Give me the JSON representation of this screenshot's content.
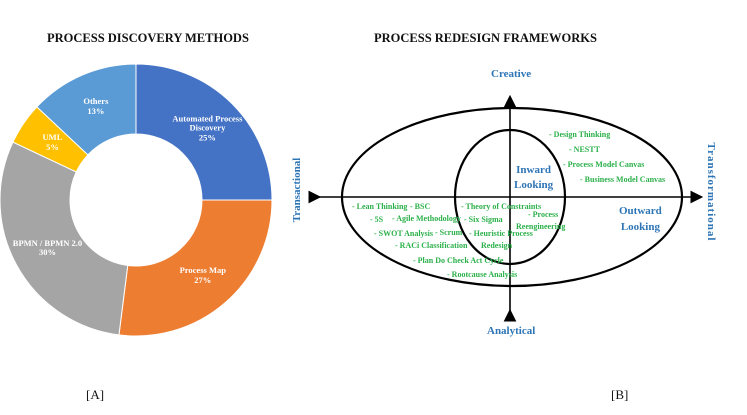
{
  "left": {
    "title": "PROCESS DISCOVERY METHODS",
    "caption": "[A]",
    "chart_data": {
      "type": "pie",
      "variant": "donut",
      "title": "PROCESS DISCOVERY METHODS",
      "slices": [
        {
          "label": "Automated Process Discovery",
          "value": 25,
          "text": "25%",
          "color": "#4472c4"
        },
        {
          "label": "Process Map",
          "value": 27,
          "text": "27%",
          "color": "#ed7d31"
        },
        {
          "label": "BPMN / BPMN 2.0",
          "value": 30,
          "text": "30%",
          "color": "#a5a5a5"
        },
        {
          "label": "UML",
          "value": 5,
          "text": "5%",
          "color": "#ffc000"
        },
        {
          "label": "Others",
          "value": 13,
          "text": "13%",
          "color": "#5b9bd5"
        }
      ]
    }
  },
  "right": {
    "title": "PROCESS REDESIGN FRAMEWORKS",
    "caption": "[B]",
    "axes": {
      "top": "Creative",
      "bottom": "Analytical",
      "left": "Transactional",
      "right": "Transformational"
    },
    "inward": [
      "Inward",
      "Looking"
    ],
    "outward": [
      "Outward",
      "Looking"
    ],
    "items": [
      "- Design Thinking",
      "- NESTT",
      "- Process Model Canvas",
      "- Business Model Canvas",
      "- Lean Thinking",
      "- BSC",
      "- 5S",
      "- Agile Methodology",
      "- SWOT Analysis",
      "- Scrum",
      "- RACi Classification",
      "- Plan Do Check Act Cycle",
      "- Rootcause Analysis",
      "- Theory of Constraints",
      "- Six Sigma",
      "- Heuristic Process",
      "Redesign",
      "- Process",
      "Reengineering"
    ],
    "colors": {
      "text_green": "#2bb04a",
      "accent_blue": "#2e75b6"
    }
  }
}
